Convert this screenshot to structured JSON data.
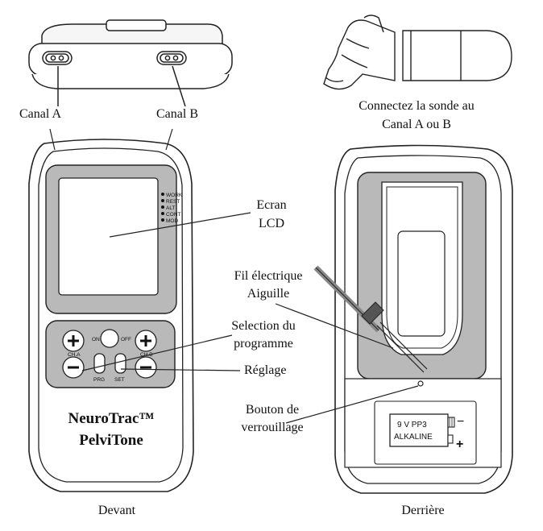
{
  "labels": {
    "canal_a": "Canal A",
    "canal_b": "Canal B",
    "connect_line1": "Connectez la sonde au",
    "connect_line2": "Canal A ou B",
    "ecran_line1": "Ecran",
    "ecran_line2": "LCD",
    "fil_line1": "Fil électrique",
    "fil_line2": "Aiguille",
    "selection_line1": "Selection du",
    "selection_line2": "programme",
    "reglage": "Réglage",
    "bouton_line1": "Bouton de",
    "bouton_line2": "verrouillage",
    "devant": "Devant",
    "derriere": "Derrière"
  },
  "brand": {
    "line1": "NeuroTrac™",
    "line2": "PelviTone"
  },
  "status_indicators": [
    "WORK",
    "REST",
    "ALT",
    "CONT",
    "MOD"
  ],
  "device_buttons": {
    "on": "ON",
    "off": "OFF",
    "ch_a": "CH.A",
    "ch_b": "CH.B",
    "prg": "PRG",
    "set": "SET",
    "plus": "+",
    "minus": "−"
  },
  "battery": {
    "line1": "9 V PP3",
    "line2": "ALKALINE",
    "plus": "+",
    "minus": "−"
  }
}
